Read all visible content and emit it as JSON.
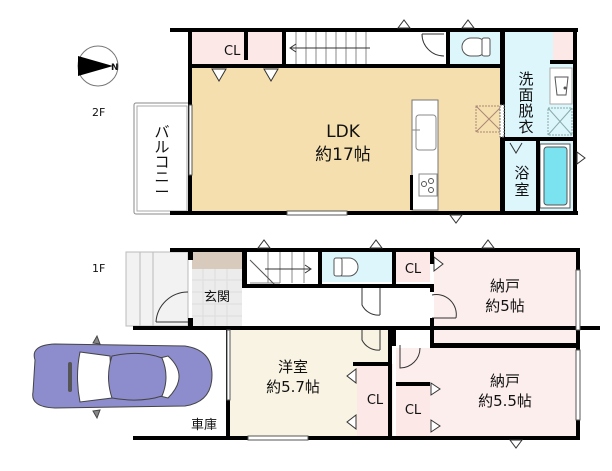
{
  "plan": {
    "compass": {
      "label": "N"
    },
    "floor_2": {
      "label": "2F",
      "rooms": {
        "closet": {
          "label": "CL"
        },
        "ldk": {
          "name": "LDK",
          "size": "約17帖"
        },
        "balcony": {
          "label": "バルコニー",
          "chars": [
            "バ",
            "ル",
            "コ",
            "ニ",
            "ー"
          ]
        },
        "washroom": {
          "label": "洗面脱衣",
          "chars": [
            "洗",
            "面",
            "脱",
            "衣"
          ]
        },
        "bathroom": {
          "label": "浴室",
          "chars": [
            "浴",
            "室"
          ]
        }
      }
    },
    "floor_1": {
      "label": "1F",
      "rooms": {
        "entrance": {
          "label": "玄関"
        },
        "western_room": {
          "name": "洋室",
          "size": "約5.7帖"
        },
        "storage_1": {
          "name": "納戸",
          "size": "約5帖"
        },
        "storage_2": {
          "name": "納戸",
          "size": "約5.5帖"
        },
        "closet_a": {
          "label": "CL"
        },
        "closet_b": {
          "label": "CL"
        },
        "closet_c": {
          "label": "CL"
        },
        "garage": {
          "label": "車庫"
        }
      }
    },
    "colors": {
      "ldk": "#f5dfae",
      "closet": "#fde8e8",
      "wet": "#dcf6fb",
      "tub": "#7be3f0",
      "western": "#f8f3e3",
      "storage": "#fdeeee",
      "entrance_tile": "#e8e8e8",
      "entrance_step": "#d8cbbd",
      "car": "#8d8ccc",
      "wall": "#000000"
    }
  }
}
